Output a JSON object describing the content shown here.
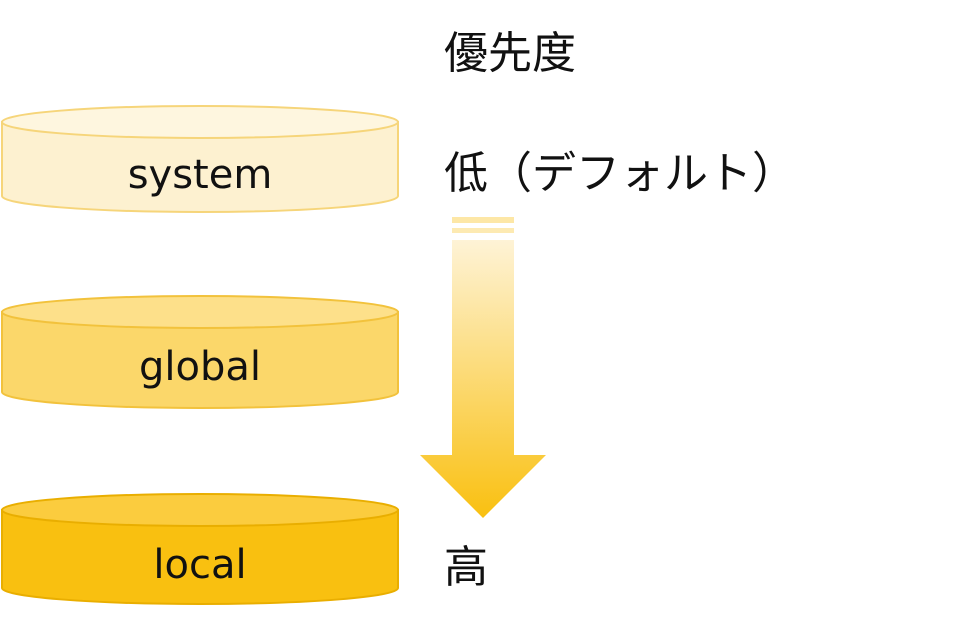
{
  "priority": {
    "heading": "優先度",
    "low_label": "低（デフォルト）",
    "high_label": "高"
  },
  "layers": [
    {
      "label": "system",
      "fill": "#FDF1D0",
      "top_fill": "#FEF6DF",
      "stroke": "#F6D57A"
    },
    {
      "label": "global",
      "fill": "#FBD76A",
      "top_fill": "#FDE08A",
      "stroke": "#F2C23C"
    },
    {
      "label": "local",
      "fill": "#F9C010",
      "top_fill": "#FBCC3E",
      "stroke": "#E9AE00"
    }
  ],
  "arrow": {
    "color_top": "#FEF3D6",
    "color_bottom": "#F9C010"
  }
}
